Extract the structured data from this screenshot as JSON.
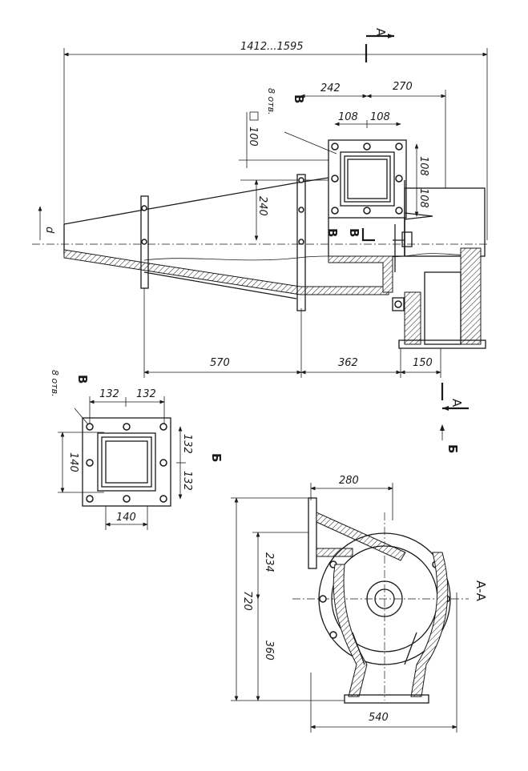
{
  "dimensions": {
    "overall_length": "1412...1595",
    "d242": "242",
    "d270": "270",
    "d108a": "108",
    "d108b": "108",
    "d108c": "108",
    "d108d": "108",
    "d100": "100",
    "d240": "240",
    "d570": "570",
    "d362": "362",
    "d150": "150",
    "d132a": "132",
    "d132b": "132",
    "d132c": "132",
    "d132d": "132",
    "d140a": "140",
    "d140b": "140",
    "d280": "280",
    "d234": "234",
    "d720": "720",
    "d360": "360",
    "d540": "540"
  },
  "labels": {
    "holes_top": "8 отв.",
    "holes_flange": "8 отв.",
    "diameter_d": "d",
    "section_a_top": "А",
    "section_a_bottom": "А",
    "view_b_arrow": "Б",
    "view_b_label": "Б",
    "section_title": "А-А",
    "square_symbol": "□"
  }
}
